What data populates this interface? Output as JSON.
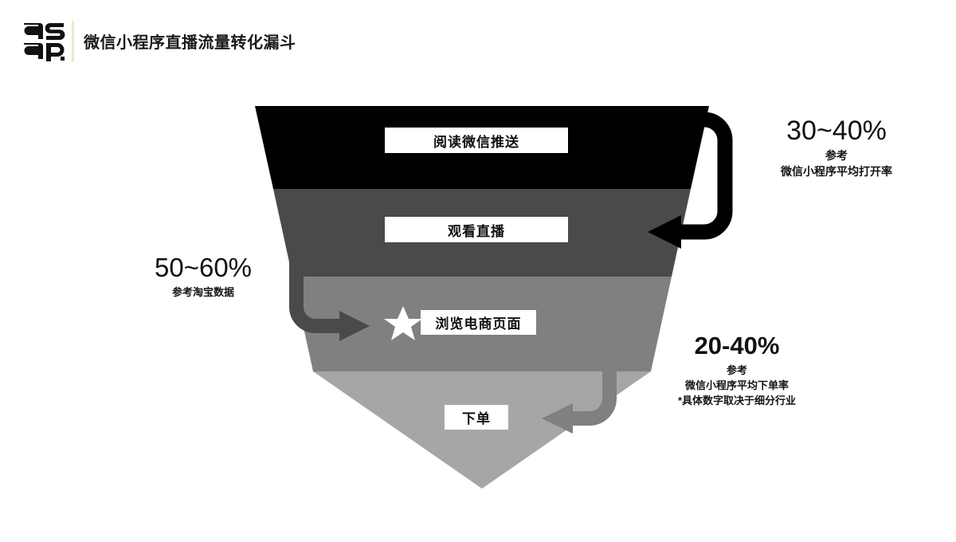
{
  "header": {
    "logo_name": "asap-logo",
    "logo_text_top": "as",
    "logo_text_bottom": "ap.",
    "title": "微信小程序直播流量转化漏斗"
  },
  "colors": {
    "band_1": "#000000",
    "band_2": "#4a4a4a",
    "band_3": "#808080",
    "band_4": "#a6a6a6",
    "arrow_top": "#000000",
    "arrow_left": "#4a4a4a",
    "arrow_bottom": "#808080",
    "background": "#ffffff",
    "title_color": "#1a1a1a",
    "divider": "#efe7c8"
  },
  "chart_data": {
    "type": "funnel",
    "title": "微信小程序直播流量转化漏斗",
    "stages": [
      {
        "label": "阅读微信推送",
        "color": "#000000"
      },
      {
        "label": "观看直播",
        "color": "#4a4a4a"
      },
      {
        "label": "浏览电商页面",
        "color": "#808080",
        "marker": "star"
      },
      {
        "label": "下单",
        "color": "#a6a6a6"
      }
    ],
    "conversions": [
      {
        "from": "阅读微信推送",
        "to": "观看直播",
        "rate": "30~40%",
        "note_label": "参考",
        "note": "微信小程序平均打开率",
        "position": "right"
      },
      {
        "from": "观看直播",
        "to": "浏览电商页面",
        "rate": "50~60%",
        "note": "参考淘宝数据",
        "position": "left"
      },
      {
        "from": "浏览电商页面",
        "to": "下单",
        "rate": "20-40%",
        "note_label": "参考",
        "note": "微信小程序平均下单率",
        "note_2": "*具体数字取决于细分行业",
        "position": "right"
      }
    ]
  },
  "funnel": {
    "stage_1_label": "阅读微信推送",
    "stage_2_label": "观看直播",
    "stage_3_label": "浏览电商页面",
    "stage_4_label": "下单",
    "star_marker": "star-icon"
  },
  "annotations": {
    "top_right": {
      "percent": "30~40%",
      "ref": "参考",
      "desc": "微信小程序平均打开率"
    },
    "left": {
      "percent": "50~60%",
      "desc": "参考淘宝数据"
    },
    "bottom_right": {
      "percent": "20-40%",
      "ref": "参考",
      "desc": "微信小程序平均下单率",
      "desc2": "*具体数字取决于细分行业"
    }
  }
}
